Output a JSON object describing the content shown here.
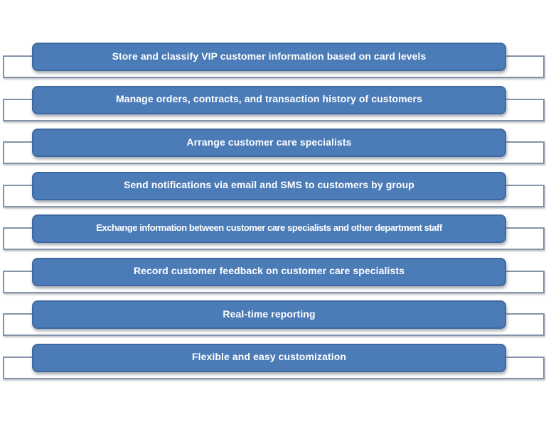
{
  "diagram": {
    "type": "stacked-list",
    "colors": {
      "bar_fill": "#4C7CB8",
      "bar_border": "#3E68A0",
      "plate_border": "#8493A9",
      "plate_fill": "#FFFFFF",
      "text": "#FFFFFF",
      "background": "#FFFFFF"
    },
    "items": [
      {
        "label": "Store and classify VIP customer information based on card levels"
      },
      {
        "label": "Manage orders, contracts, and transaction history of customers"
      },
      {
        "label": "Arrange customer care specialists"
      },
      {
        "label": "Send notifications via email and SMS to customers by group"
      },
      {
        "label": "Exchange information between customer care specialists and other department staff"
      },
      {
        "label": "Record customer feedback on customer care specialists"
      },
      {
        "label": "Real-time reporting"
      },
      {
        "label": "Flexible and easy customization"
      }
    ]
  }
}
